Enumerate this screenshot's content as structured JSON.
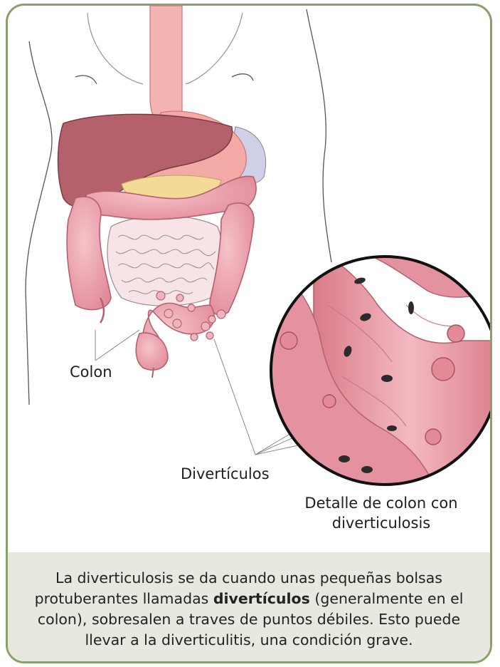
{
  "labels": {
    "colon": "Colon",
    "diverticulos": "Divertículos",
    "detalle": "Detalle de colon con diverticulosis"
  },
  "caption": {
    "part1": "La diverticulosis se da cuando unas pequeñas bolsas protuberantes llamadas ",
    "bold": "divertículos",
    "part2": " (generalmente en el colon), sobresalen a traves de puntos débiles. Esto puede llevar a la diverticulitis, una condición grave."
  },
  "colors": {
    "frame": "#8aa06a",
    "colon": "#e89aa6",
    "colon_dark": "#c8707e",
    "liver": "#b5616c",
    "stomach": "#f0a8a8",
    "caption_bg": "#e8e8e0"
  }
}
